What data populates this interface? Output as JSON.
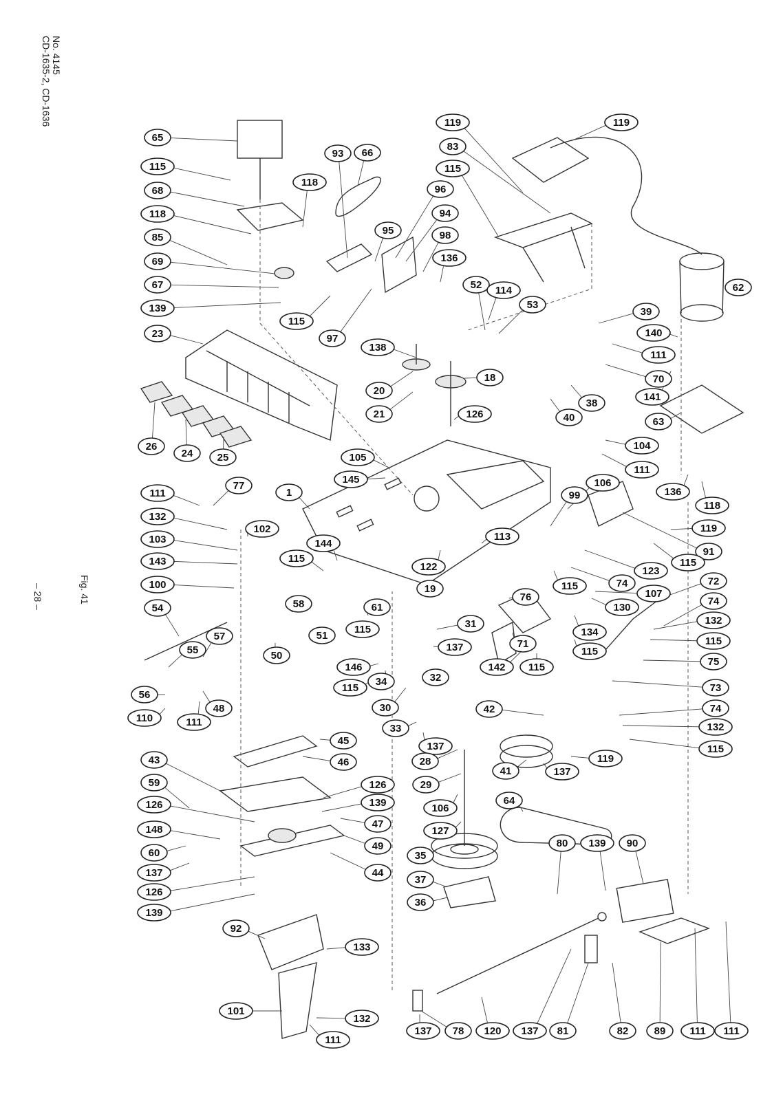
{
  "header": {
    "model_line": "CD-1635-2, CD-1636",
    "doc_number": "No. 4145"
  },
  "figure_label": "Fig. 41",
  "page_number": "– 28 –",
  "callouts": [
    {
      "id": "c65",
      "label": "65"
    },
    {
      "id": "c115a",
      "label": "115"
    },
    {
      "id": "c68",
      "label": "68"
    },
    {
      "id": "c118a",
      "label": "118"
    },
    {
      "id": "c85",
      "label": "85"
    },
    {
      "id": "c69",
      "label": "69"
    },
    {
      "id": "c67",
      "label": "67"
    },
    {
      "id": "c139a",
      "label": "139"
    },
    {
      "id": "c23",
      "label": "23"
    },
    {
      "id": "c118b",
      "label": "118"
    },
    {
      "id": "c93",
      "label": "93"
    },
    {
      "id": "c66",
      "label": "66"
    },
    {
      "id": "c96",
      "label": "96"
    },
    {
      "id": "c94",
      "label": "94"
    },
    {
      "id": "c95",
      "label": "95"
    },
    {
      "id": "c98",
      "label": "98"
    },
    {
      "id": "c136a",
      "label": "136"
    },
    {
      "id": "c115b",
      "label": "115"
    },
    {
      "id": "c97",
      "label": "97"
    },
    {
      "id": "c119a",
      "label": "119"
    },
    {
      "id": "c83",
      "label": "83"
    },
    {
      "id": "c115c",
      "label": "115"
    },
    {
      "id": "c119b",
      "label": "119"
    },
    {
      "id": "c62",
      "label": "62"
    },
    {
      "id": "c52",
      "label": "52"
    },
    {
      "id": "c114",
      "label": "114"
    },
    {
      "id": "c53",
      "label": "53"
    },
    {
      "id": "c39",
      "label": "39"
    },
    {
      "id": "c140",
      "label": "140"
    },
    {
      "id": "c138",
      "label": "138"
    },
    {
      "id": "c111a",
      "label": "111"
    },
    {
      "id": "c70",
      "label": "70"
    },
    {
      "id": "c20",
      "label": "20"
    },
    {
      "id": "c21",
      "label": "21"
    },
    {
      "id": "c18",
      "label": "18"
    },
    {
      "id": "c38",
      "label": "38"
    },
    {
      "id": "c141",
      "label": "141"
    },
    {
      "id": "c40",
      "label": "40"
    },
    {
      "id": "c63",
      "label": "63"
    },
    {
      "id": "c126a",
      "label": "126"
    },
    {
      "id": "c26",
      "label": "26"
    },
    {
      "id": "c24",
      "label": "24"
    },
    {
      "id": "c25",
      "label": "25"
    },
    {
      "id": "c105",
      "label": "105"
    },
    {
      "id": "c145",
      "label": "145"
    },
    {
      "id": "c104",
      "label": "104"
    },
    {
      "id": "c111b",
      "label": "111"
    },
    {
      "id": "c136b",
      "label": "136"
    },
    {
      "id": "c118c",
      "label": "118"
    },
    {
      "id": "c77",
      "label": "77"
    },
    {
      "id": "c1",
      "label": "1"
    },
    {
      "id": "c111c",
      "label": "111"
    },
    {
      "id": "c106a",
      "label": "106"
    },
    {
      "id": "c99",
      "label": "99"
    },
    {
      "id": "c119c",
      "label": "119"
    },
    {
      "id": "c91",
      "label": "91"
    },
    {
      "id": "c132a",
      "label": "132"
    },
    {
      "id": "c102",
      "label": "102"
    },
    {
      "id": "c103",
      "label": "103"
    },
    {
      "id": "c144",
      "label": "144"
    },
    {
      "id": "c115d",
      "label": "115"
    },
    {
      "id": "c113",
      "label": "113"
    },
    {
      "id": "c115e",
      "label": "115"
    },
    {
      "id": "c123",
      "label": "123"
    },
    {
      "id": "c143",
      "label": "143"
    },
    {
      "id": "c74a",
      "label": "74"
    },
    {
      "id": "c72",
      "label": "72"
    },
    {
      "id": "c100",
      "label": "100"
    },
    {
      "id": "c122",
      "label": "122"
    },
    {
      "id": "c115f",
      "label": "115"
    },
    {
      "id": "c107",
      "label": "107"
    },
    {
      "id": "c76",
      "label": "76"
    },
    {
      "id": "c19",
      "label": "19"
    },
    {
      "id": "c130",
      "label": "130"
    },
    {
      "id": "c74b",
      "label": "74"
    },
    {
      "id": "c58",
      "label": "58"
    },
    {
      "id": "c61",
      "label": "61"
    },
    {
      "id": "c54",
      "label": "54"
    },
    {
      "id": "c31",
      "label": "31"
    },
    {
      "id": "c132b",
      "label": "132"
    },
    {
      "id": "c134",
      "label": "134"
    },
    {
      "id": "c115g",
      "label": "115"
    },
    {
      "id": "c55",
      "label": "55"
    },
    {
      "id": "c57",
      "label": "57"
    },
    {
      "id": "c51",
      "label": "51"
    },
    {
      "id": "c115h",
      "label": "115"
    },
    {
      "id": "c137a",
      "label": "137"
    },
    {
      "id": "c71",
      "label": "71"
    },
    {
      "id": "c115i",
      "label": "115"
    },
    {
      "id": "c75",
      "label": "75"
    },
    {
      "id": "c50",
      "label": "50"
    },
    {
      "id": "c146",
      "label": "146"
    },
    {
      "id": "c142",
      "label": "142"
    },
    {
      "id": "c115j",
      "label": "115"
    },
    {
      "id": "c115k",
      "label": "115"
    },
    {
      "id": "c34",
      "label": "34"
    },
    {
      "id": "c32",
      "label": "32"
    },
    {
      "id": "c73",
      "label": "73"
    },
    {
      "id": "c56",
      "label": "56"
    },
    {
      "id": "c48",
      "label": "48"
    },
    {
      "id": "c30",
      "label": "30"
    },
    {
      "id": "c42",
      "label": "42"
    },
    {
      "id": "c74c",
      "label": "74"
    },
    {
      "id": "c110",
      "label": "110"
    },
    {
      "id": "c111d",
      "label": "111"
    },
    {
      "id": "c33",
      "label": "33"
    },
    {
      "id": "c132c",
      "label": "132"
    },
    {
      "id": "c115l",
      "label": "115"
    },
    {
      "id": "c45",
      "label": "45"
    },
    {
      "id": "c137b",
      "label": "137"
    },
    {
      "id": "c43",
      "label": "43"
    },
    {
      "id": "c46",
      "label": "46"
    },
    {
      "id": "c28",
      "label": "28"
    },
    {
      "id": "c119d",
      "label": "119"
    },
    {
      "id": "c41",
      "label": "41"
    },
    {
      "id": "c137c",
      "label": "137"
    },
    {
      "id": "c59",
      "label": "59"
    },
    {
      "id": "c29",
      "label": "29"
    },
    {
      "id": "c126b",
      "label": "126"
    },
    {
      "id": "c139b",
      "label": "139"
    },
    {
      "id": "c106b",
      "label": "106"
    },
    {
      "id": "c126c",
      "label": "126"
    },
    {
      "id": "c47",
      "label": "47"
    },
    {
      "id": "c64",
      "label": "64"
    },
    {
      "id": "c148",
      "label": "148"
    },
    {
      "id": "c127",
      "label": "127"
    },
    {
      "id": "c49",
      "label": "49"
    },
    {
      "id": "c60",
      "label": "60"
    },
    {
      "id": "c80",
      "label": "80"
    },
    {
      "id": "c139c",
      "label": "139"
    },
    {
      "id": "c90",
      "label": "90"
    },
    {
      "id": "c137d",
      "label": "137"
    },
    {
      "id": "c35",
      "label": "35"
    },
    {
      "id": "c44",
      "label": "44"
    },
    {
      "id": "c126d",
      "label": "126"
    },
    {
      "id": "c37",
      "label": "37"
    },
    {
      "id": "c139d",
      "label": "139"
    },
    {
      "id": "c36",
      "label": "36"
    },
    {
      "id": "c92",
      "label": "92"
    },
    {
      "id": "c133",
      "label": "133"
    },
    {
      "id": "c101",
      "label": "101"
    },
    {
      "id": "c132d",
      "label": "132"
    },
    {
      "id": "c111e",
      "label": "111"
    },
    {
      "id": "c137e",
      "label": "137"
    },
    {
      "id": "c78",
      "label": "78"
    },
    {
      "id": "c120",
      "label": "120"
    },
    {
      "id": "c137f",
      "label": "137"
    },
    {
      "id": "c81",
      "label": "81"
    },
    {
      "id": "c82",
      "label": "82"
    },
    {
      "id": "c89",
      "label": "89"
    },
    {
      "id": "c111f",
      "label": "111"
    },
    {
      "id": "c111g",
      "label": "111"
    }
  ]
}
